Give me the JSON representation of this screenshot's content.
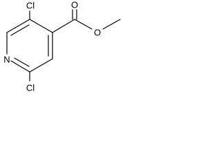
{
  "molecule": {
    "atoms": {
      "cl_top": "Cl",
      "cl_bottom": "Cl",
      "n_ring": "N",
      "o_carbonyl": "O",
      "o_ester": "O"
    }
  },
  "colors": {
    "bond": "#000000",
    "label": "#000000",
    "background": "#ffffff"
  }
}
